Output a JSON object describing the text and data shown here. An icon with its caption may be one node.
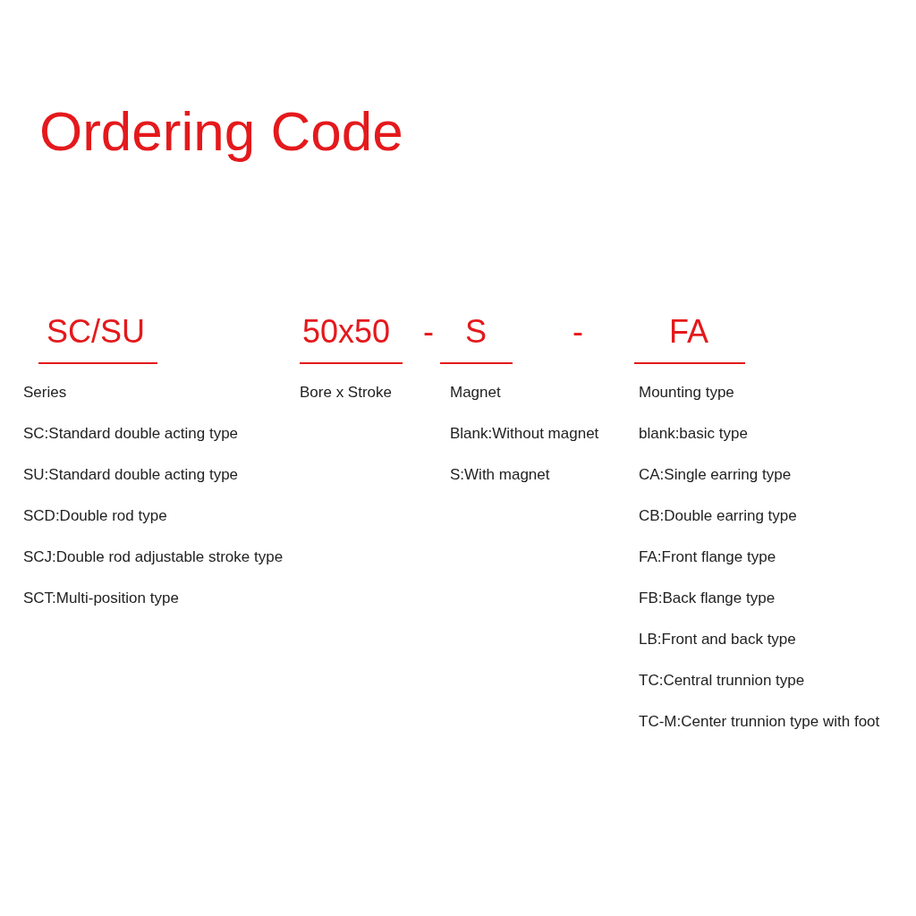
{
  "diagram": {
    "title": "Ordering Code",
    "labels": [
      "SC/SU",
      "50x50",
      "-",
      "S",
      "-",
      "FA",
      "Series",
      "SC:Standard double acting type",
      "SU:Standard double acting type",
      "SCD:Double rod type",
      "SCJ:Double rod adjustable stroke type",
      "SCT:Multi-position type",
      "Bore x Stroke",
      "Magnet",
      "Blank:Without magnet",
      "S:With magnet",
      "Mounting type",
      "blank:basic type",
      "CA:Single earring type",
      "CB:Double earring type",
      "FA:Front flange type",
      "FB:Back flange type",
      "LB:Front and back type",
      "TC:Central trunnion type",
      "TC-M:Center trunnion type with foot"
    ]
  }
}
